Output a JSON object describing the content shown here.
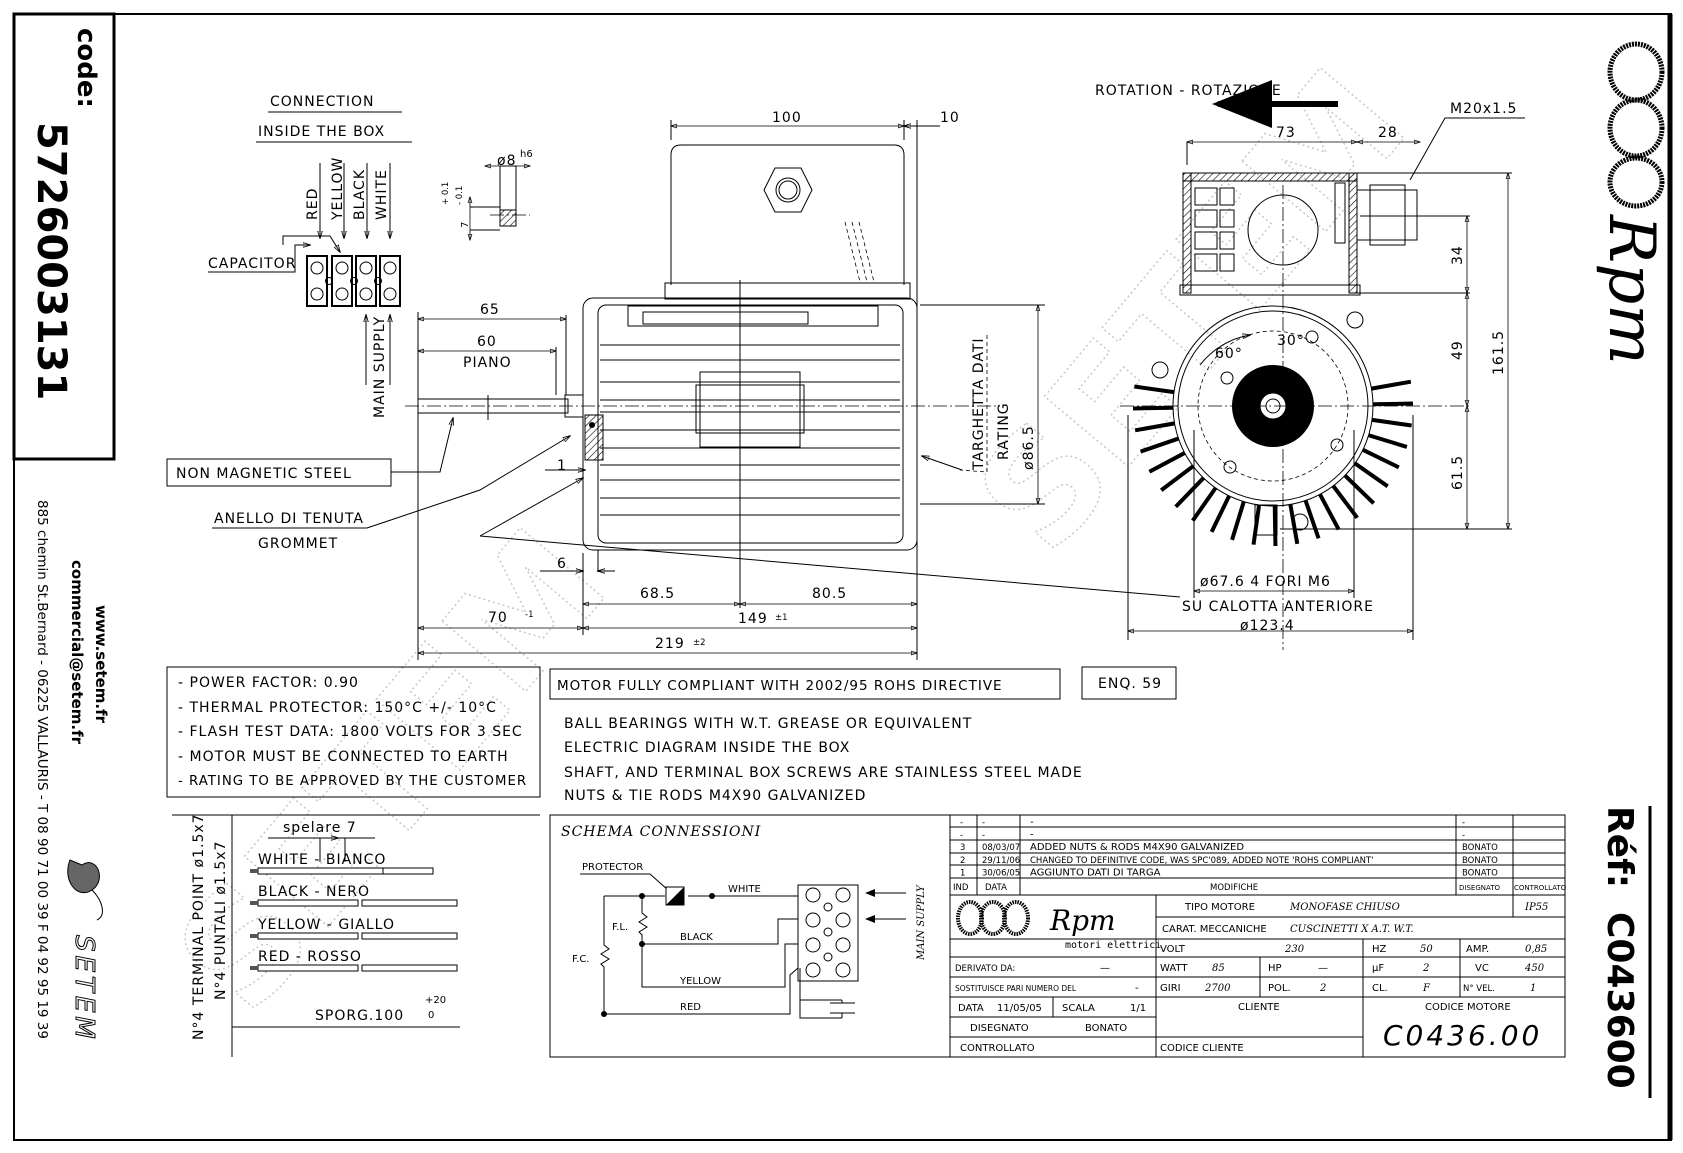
{
  "left_strip": {
    "code_label": "code:",
    "code": "5726003131",
    "website": "www.setem.fr",
    "email": "commercial@setem.fr",
    "address": "885 chemin St.Bernard - 06225 VALLAURIS - T 08 90 71 00 39  F 04 92 95 19 39",
    "brand": "SETEM"
  },
  "right_strip": {
    "logo_text": "Rpm",
    "ref_label": "Réf:",
    "ref": "C043600"
  },
  "watermark": "SETEM",
  "connection": {
    "title_1": "CONNECTION",
    "title_2": "INSIDE THE BOX",
    "wires": [
      "RED",
      "YELLOW",
      "BLACK",
      "WHITE"
    ],
    "capacitor": "CAPACITOR",
    "main_supply": "MAIN SUPPLY"
  },
  "shaft_detail": {
    "diameter": "ø8",
    "fit": "h6",
    "length": "7",
    "tol_plus": "+ 0.1",
    "tol_minus": "- 0.1"
  },
  "side_view": {
    "dim_box_width": "100",
    "dim_box_offset": "10",
    "dim_shaft_total": "65",
    "dim_flat": "60",
    "flat_label": "PIANO",
    "dim_diameter": "ø86.5",
    "plate_label_1": "TARGHETTA DATI",
    "plate_label_2": "RATING",
    "dim_1": "1",
    "dim_6": "6",
    "dim_front": "68.5",
    "dim_rear": "80.5",
    "dim_body": "149",
    "dim_body_tol": "±1",
    "dim_shaft": "70",
    "dim_shaft_tol": "-1",
    "dim_total": "219",
    "dim_total_tol": "±2",
    "label_steel": "NON MAGNETIC STEEL",
    "label_seal": "ANELLO DI TENUTA",
    "label_grommet": "GROMMET"
  },
  "end_view": {
    "rotation": "ROTATION - ROTAZIONE",
    "dim_73": "73",
    "dim_28": "28",
    "gland": "M20x1.5",
    "dim_34": "34",
    "dim_49": "49",
    "dim_161": "161.5",
    "dim_61": "61.5",
    "angle_60": "60°",
    "angle_30": "30°",
    "holes": "ø67.6 4 FORI M6",
    "holes_note": "SU CALOTTA ANTERIORE",
    "dim_outer": "ø123.4"
  },
  "notes": [
    "- POWER FACTOR: 0.90",
    "- THERMAL PROTECTOR: 150°C +/- 10°C",
    "- FLASH TEST DATA: 1800 VOLTS FOR 3 SEC",
    "- MOTOR MUST BE CONNECTED TO EARTH",
    "- RATING TO BE APPROVED BY THE CUSTOMER"
  ],
  "rohs": "MOTOR FULLY COMPLIANT WITH 2002/95 ROHS DIRECTIVE",
  "enq": "ENQ. 59",
  "notes_2": [
    "BALL BEARINGS WITH W.T. GREASE OR EQUIVALENT",
    "ELECTRIC DIAGRAM INSIDE THE BOX",
    "SHAFT, AND TERMINAL BOX SCREWS ARE STAINLESS STEEL MADE",
    "NUTS & TIE RODS M4X90 GALVANIZED"
  ],
  "leads": {
    "strip": "spelare 7",
    "terminal_en": "N°4 TERMINAL POINT ø1.5x7",
    "terminal_it": "N°4 PUNTALI ø1.5x7",
    "wires": [
      "WHITE - BIANCO",
      "BLACK - NERO",
      "YELLOW - GIALLO",
      "RED - ROSSO"
    ],
    "length": "SPORG.100",
    "tol_plus": "+20",
    "tol_zero": "0"
  },
  "schema": {
    "title": "SCHEMA CONNESSIONI",
    "protector": "PROTECTOR",
    "white": "WHITE",
    "black": "BLACK",
    "yellow": "YELLOW",
    "red": "RED",
    "fl": "F.L.",
    "fc": "F.C.",
    "main_supply": "MAIN SUPPLY"
  },
  "title_block": {
    "revisions": [
      {
        "ind": "-",
        "date": "-",
        "change": "-",
        "drawn": "-",
        "checked": ""
      },
      {
        "ind": "-",
        "date": "-",
        "change": "-",
        "drawn": "-",
        "checked": ""
      },
      {
        "ind": "3",
        "date": "08/03/07",
        "change": "ADDED NUTS & RODS M4X90 GALVANIZED",
        "drawn": "BONATO",
        "checked": ""
      },
      {
        "ind": "2",
        "date": "29/11/06",
        "change": "CHANGED TO DEFINITIVE CODE, WAS SPC'089,  ADDED NOTE 'ROHS COMPLIANT'",
        "drawn": "BONATO",
        "checked": ""
      },
      {
        "ind": "1",
        "date": "30/06/05",
        "change": "AGGIUNTO DATI DI TARGA",
        "drawn": "BONATO",
        "checked": ""
      }
    ],
    "headers": {
      "ind": "IND",
      "date": "DATA",
      "change": "MODIFICHE",
      "drawn": "DISEGNATO",
      "checked": "CONTROLLATO"
    },
    "logo_text": "Rpm",
    "logo_sub": "motori elettrici",
    "tipo_label": "TIPO MOTORE",
    "tipo_value": "MONOFASE CHIUSO",
    "ip": "IP55",
    "carat_label": "CARAT. MECCANICHE",
    "carat_value": "CUSCINETTI X A.T.  W.T.",
    "volt_label": "VOLT",
    "volt": "230",
    "hz_label": "HZ",
    "hz": "50",
    "amp_label": "AMP.",
    "amp": "0,85",
    "watt_label": "WATT",
    "watt": "85",
    "hp_label": "HP",
    "hp": "—",
    "uf_label": "µF",
    "uf": "2",
    "vc_label": "VC",
    "vc": "450",
    "giri_label": "GIRI",
    "giri": "2700",
    "pol_label": "POL.",
    "pol": "2",
    "cl_label": "CL.",
    "cl": "F",
    "vel_label": "N° VEL.",
    "vel": "1",
    "derivato_label": "DERIVATO DA:",
    "derivato": "—",
    "sost_label": "SOSTITUISCE PARI NUMERO DEL",
    "sost": "-",
    "data_label": "DATA",
    "data": "11/05/05",
    "scala_label": "SCALA",
    "scala": "1/1",
    "disegnato_label": "DISEGNATO",
    "disegnato": "BONATO",
    "controllato_label": "CONTROLLATO",
    "cliente_label": "CLIENTE",
    "codice_cliente_label": "CODICE CLIENTE",
    "codice_motore_label": "CODICE MOTORE",
    "codice_motore": "C0436.00"
  }
}
